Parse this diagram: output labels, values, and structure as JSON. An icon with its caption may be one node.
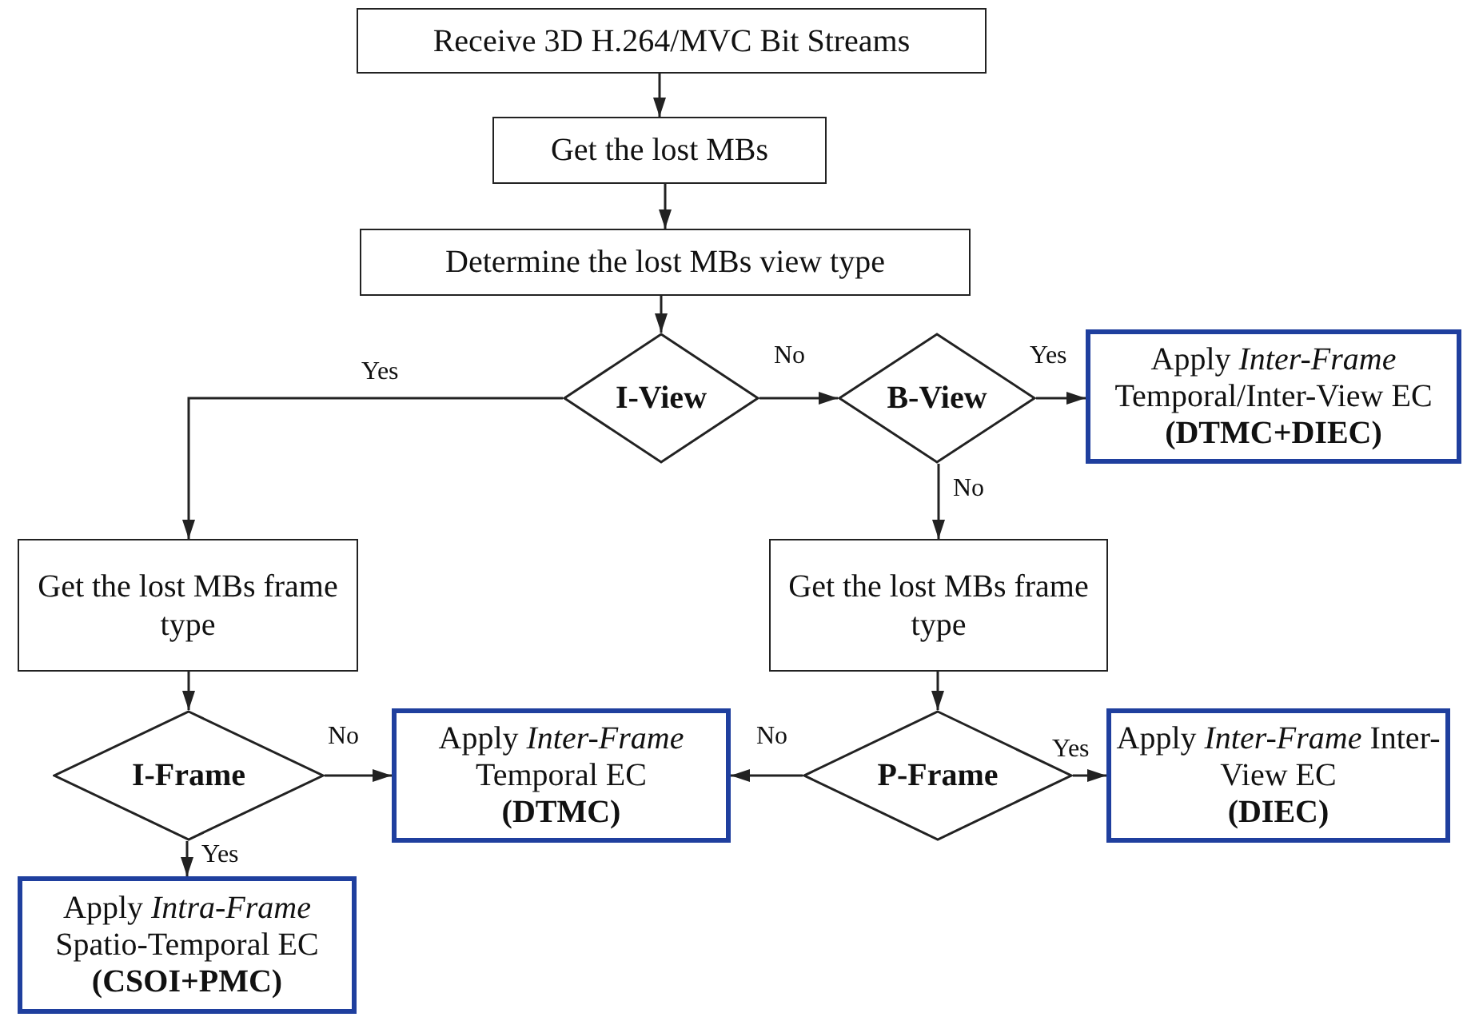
{
  "diagram": {
    "nodes": [
      {
        "text": [
          "Receive 3D H.264/MVC Bit Streams"
        ]
      },
      {
        "text": [
          "Get the lost MBs"
        ]
      },
      {
        "text": [
          "Determine the lost MBs view type"
        ]
      },
      {
        "text": [
          "I-View"
        ]
      },
      {
        "text": [
          "B-View"
        ]
      },
      {
        "text": [
          "Apply *Inter-Frame* Temporal/Inter-View EC",
          "(DTMC+DIEC)"
        ]
      },
      {
        "text": [
          "Get the lost MBs frame type"
        ]
      },
      {
        "text": [
          "Get the lost MBs frame type"
        ]
      },
      {
        "text": [
          "I-Frame"
        ]
      },
      {
        "text": [
          "Apply *Inter-Frame* Temporal EC",
          "(DTMC)"
        ]
      },
      {
        "text": [
          "P-Frame"
        ]
      },
      {
        "text": [
          "Apply *Inter-Frame* Inter-View EC",
          "(DIEC)"
        ]
      },
      {
        "text": [
          "Apply *Intra-Frame* Spatio-Temporal EC",
          "(CSOI+PMC)"
        ]
      }
    ],
    "edges": [
      {
        "from": 0,
        "to": 1,
        "arrow": "to"
      },
      {
        "from": 1,
        "to": 2,
        "arrow": "to"
      },
      {
        "from": 2,
        "to": 3,
        "arrow": "to"
      },
      {
        "from": 3,
        "to": 4,
        "arrow": "to",
        "label": "No"
      },
      {
        "from": 4,
        "to": 5,
        "arrow": "to",
        "label": "Yes"
      },
      {
        "from": 3,
        "to": 6,
        "arrow": "to",
        "label": "Yes"
      },
      {
        "from": 4,
        "to": 7,
        "arrow": "to",
        "label": "No"
      },
      {
        "from": 6,
        "to": 8,
        "arrow": "to"
      },
      {
        "from": 8,
        "to": 9,
        "arrow": "to",
        "label": "No"
      },
      {
        "from": 8,
        "to": 12,
        "arrow": "to",
        "label": "Yes"
      },
      {
        "from": 7,
        "to": 10,
        "arrow": "to"
      },
      {
        "from": 10,
        "to": 9,
        "arrow": "to",
        "label": "No"
      },
      {
        "from": 10,
        "to": 11,
        "arrow": "to",
        "label": "Yes"
      }
    ]
  }
}
